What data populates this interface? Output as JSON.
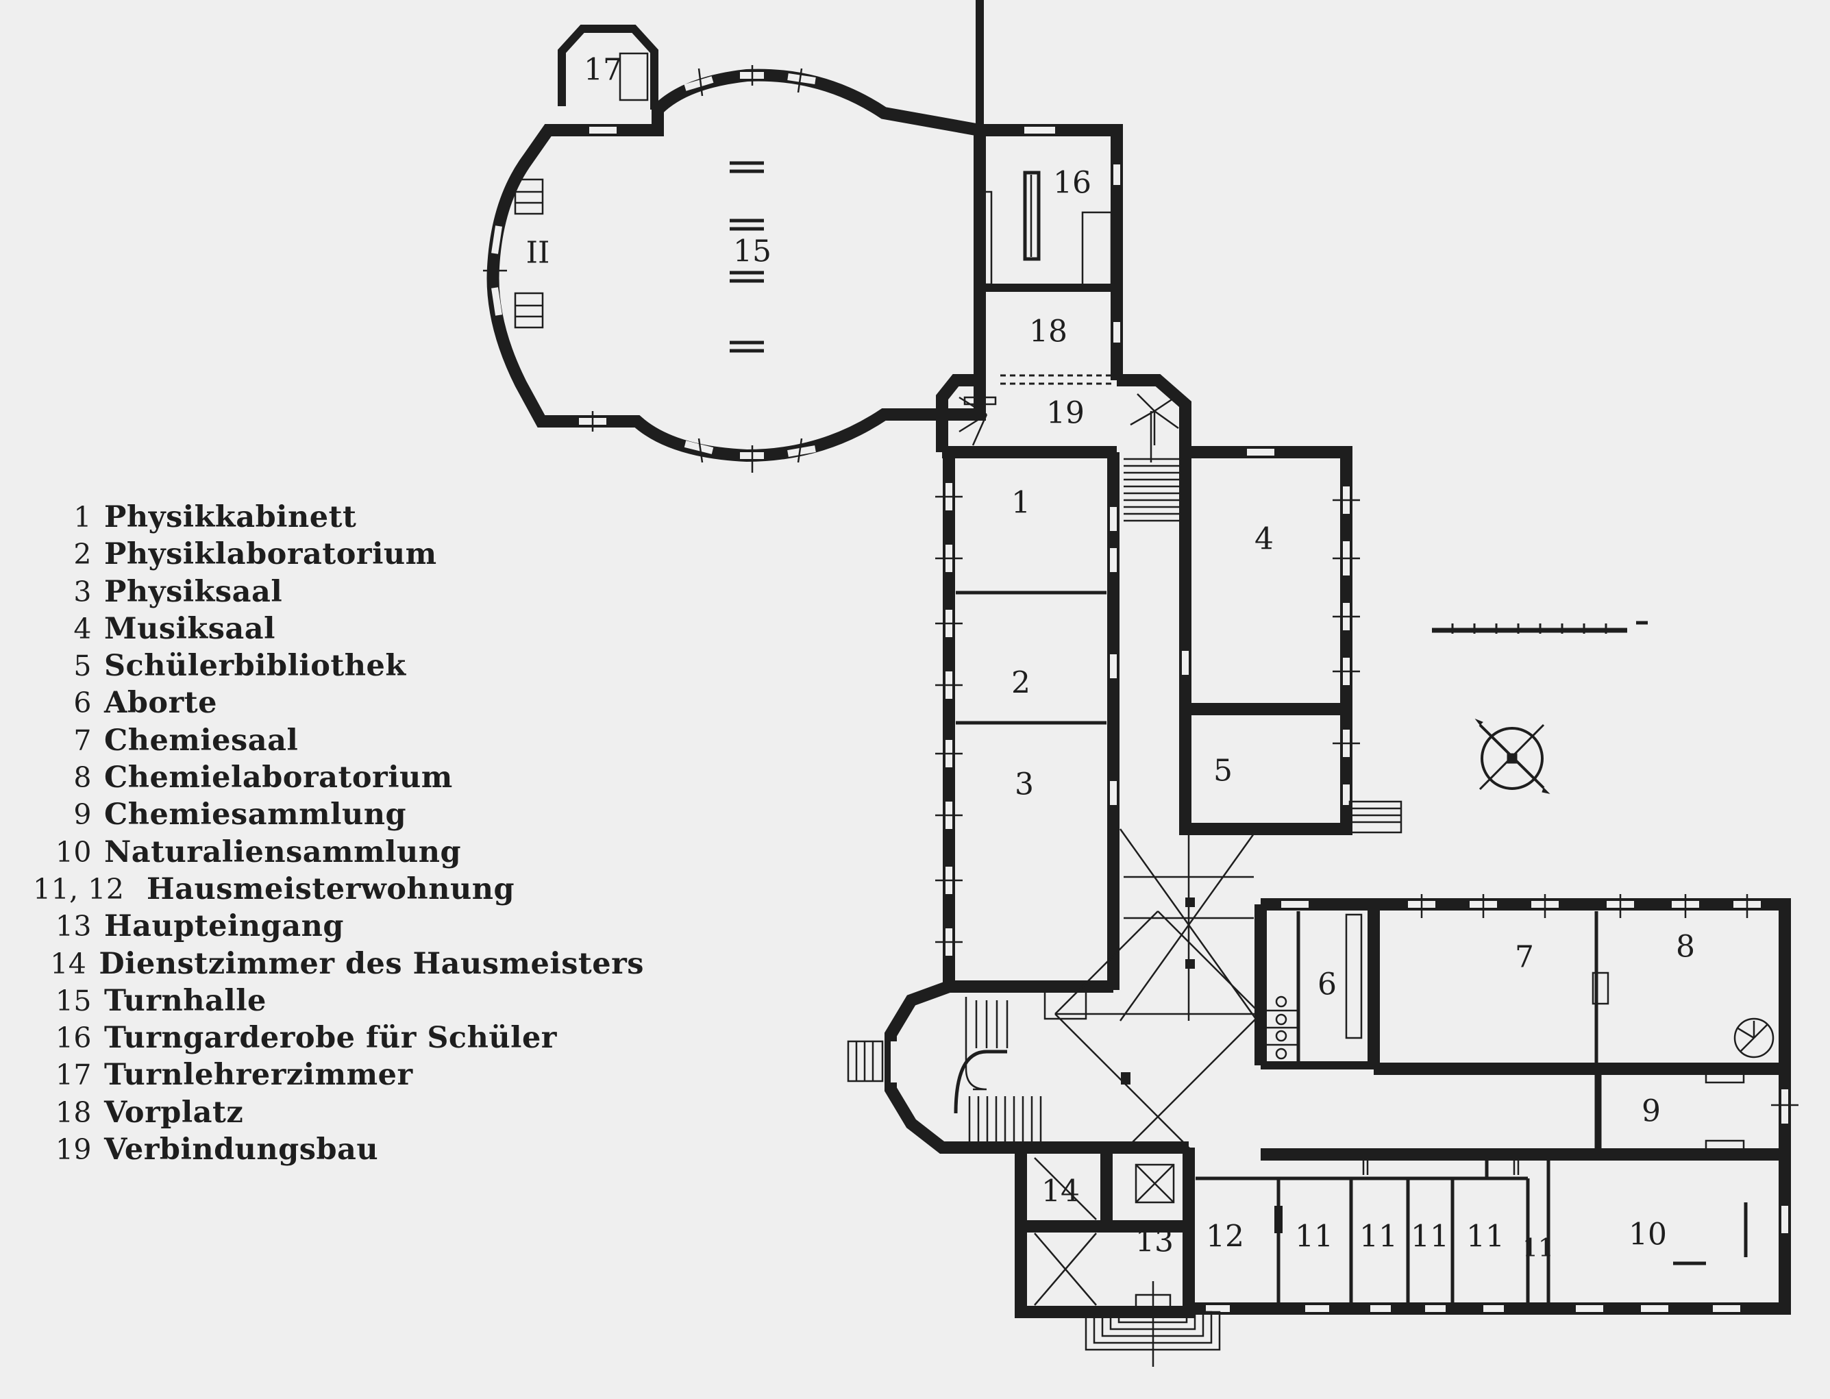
{
  "legend": {
    "items": [
      {
        "num": "1",
        "label": "Physikkabinett"
      },
      {
        "num": "2",
        "label": "Physiklaboratorium"
      },
      {
        "num": "3",
        "label": "Physiksaal"
      },
      {
        "num": "4",
        "label": "Musiksaal"
      },
      {
        "num": "5",
        "label": "Schülerbibliothek"
      },
      {
        "num": "6",
        "label": "Aborte"
      },
      {
        "num": "7",
        "label": "Chemiesaal"
      },
      {
        "num": "8",
        "label": "Chemielaboratorium"
      },
      {
        "num": "9",
        "label": "Chemiesammlung"
      },
      {
        "num": "10",
        "label": "Naturaliensammlung"
      },
      {
        "num": "11, 12",
        "label": "Hausmeisterwohnung"
      },
      {
        "num": "13",
        "label": "Haupteingang"
      },
      {
        "num": "14",
        "label": "Dienstzimmer des Hausmeisters"
      },
      {
        "num": "15",
        "label": "Turnhalle"
      },
      {
        "num": "16",
        "label": "Turngarderobe für Schüler"
      },
      {
        "num": "17",
        "label": "Turnlehrerzimmer"
      },
      {
        "num": "18",
        "label": "Vorplatz"
      },
      {
        "num": "19",
        "label": "Verbindungsbau"
      }
    ]
  },
  "plan": {
    "room_labels": {
      "r1": "1",
      "r2": "2",
      "r3": "3",
      "r4": "4",
      "r5": "5",
      "r6": "6",
      "r7": "7",
      "r8": "8",
      "r9": "9",
      "r10": "10",
      "r11a": "11",
      "r11b": "11",
      "r11c": "11",
      "r11d": "11",
      "r11e": "11",
      "r12": "12",
      "r13": "13",
      "r14": "14",
      "r15": "15",
      "r16": "16",
      "r17": "17",
      "r18": "18",
      "r19": "19",
      "apse": "II"
    },
    "ink_color": "#1e1e1e",
    "paper_color": "#efefef"
  },
  "scale_bar": {
    "ticks": 9
  },
  "compass": {
    "symbol": "compass-rose"
  }
}
